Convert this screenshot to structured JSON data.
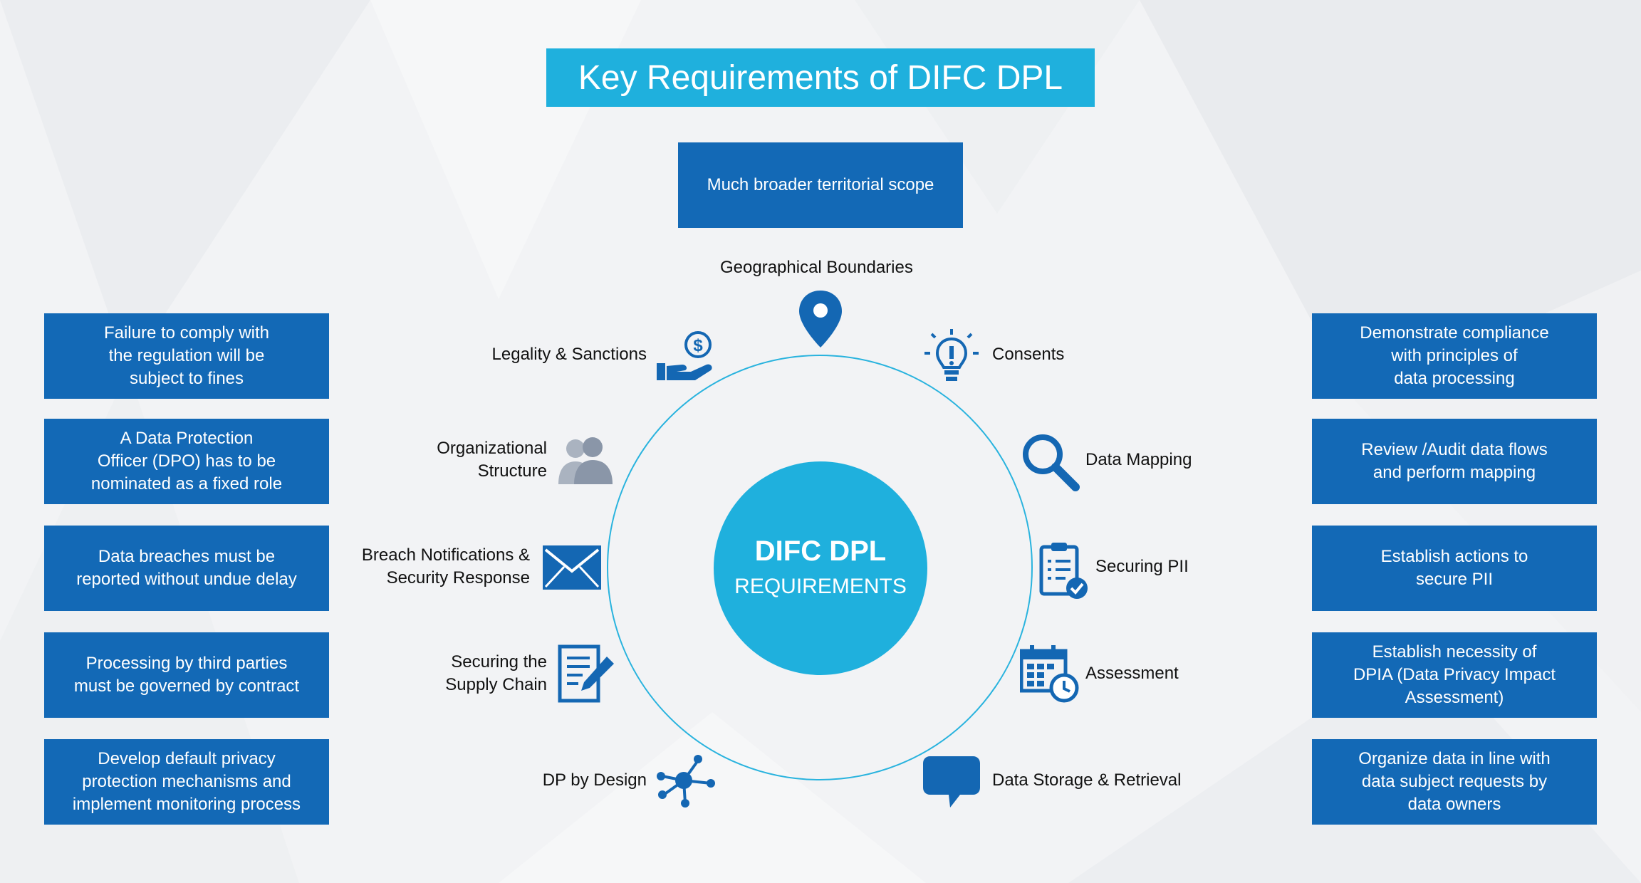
{
  "title": "Key Requirements of DIFC DPL",
  "top_box": "Much broader territorial scope",
  "center": {
    "line1": "DIFC DPL",
    "line2": "REQUIREMENTS"
  },
  "items": {
    "geographical": "Geographical Boundaries",
    "legality": "Legality & Sanctions",
    "consents": "Consents",
    "org_structure": "Organizational\nStructure",
    "data_mapping": "Data Mapping",
    "breach": "Breach Notifications &\nSecurity Response",
    "securing_pii": "Securing PII",
    "supply_chain": "Securing the\nSupply Chain",
    "assessment": "Assessment",
    "dp_design": "DP by Design",
    "storage": "Data Storage & Retrieval"
  },
  "left_boxes": [
    "Failure to comply with\nthe regulation will be\nsubject to fines",
    "A Data Protection\nOfficer (DPO) has to be\nnominated as a fixed role",
    "Data breaches must be\nreported without undue delay",
    "Processing by third parties\nmust be governed by contract",
    "Develop default privacy\nprotection mechanisms and\nimplement monitoring process"
  ],
  "right_boxes": [
    "Demonstrate compliance\nwith principles of\ndata processing",
    "Review /Audit data flows\nand perform mapping",
    "Establish actions to\nsecure PII",
    "Establish necessity of\nDPIA (Data Privacy Impact\nAssessment)",
    "Organize data in line with\ndata subject requests by\ndata owners"
  ],
  "icons": [
    "location-pin-icon",
    "money-hand-icon",
    "lightbulb-icon",
    "people-icon",
    "magnifier-icon",
    "envelope-icon",
    "clipboard-check-icon",
    "document-edit-icon",
    "calendar-clock-icon",
    "network-icon",
    "chat-bubble-icon"
  ],
  "colors": {
    "primary_blue": "#1369b6",
    "accent_cyan": "#1fb0dd",
    "icon_blue": "#1467b3",
    "icon_gray": "#8a96a8"
  }
}
